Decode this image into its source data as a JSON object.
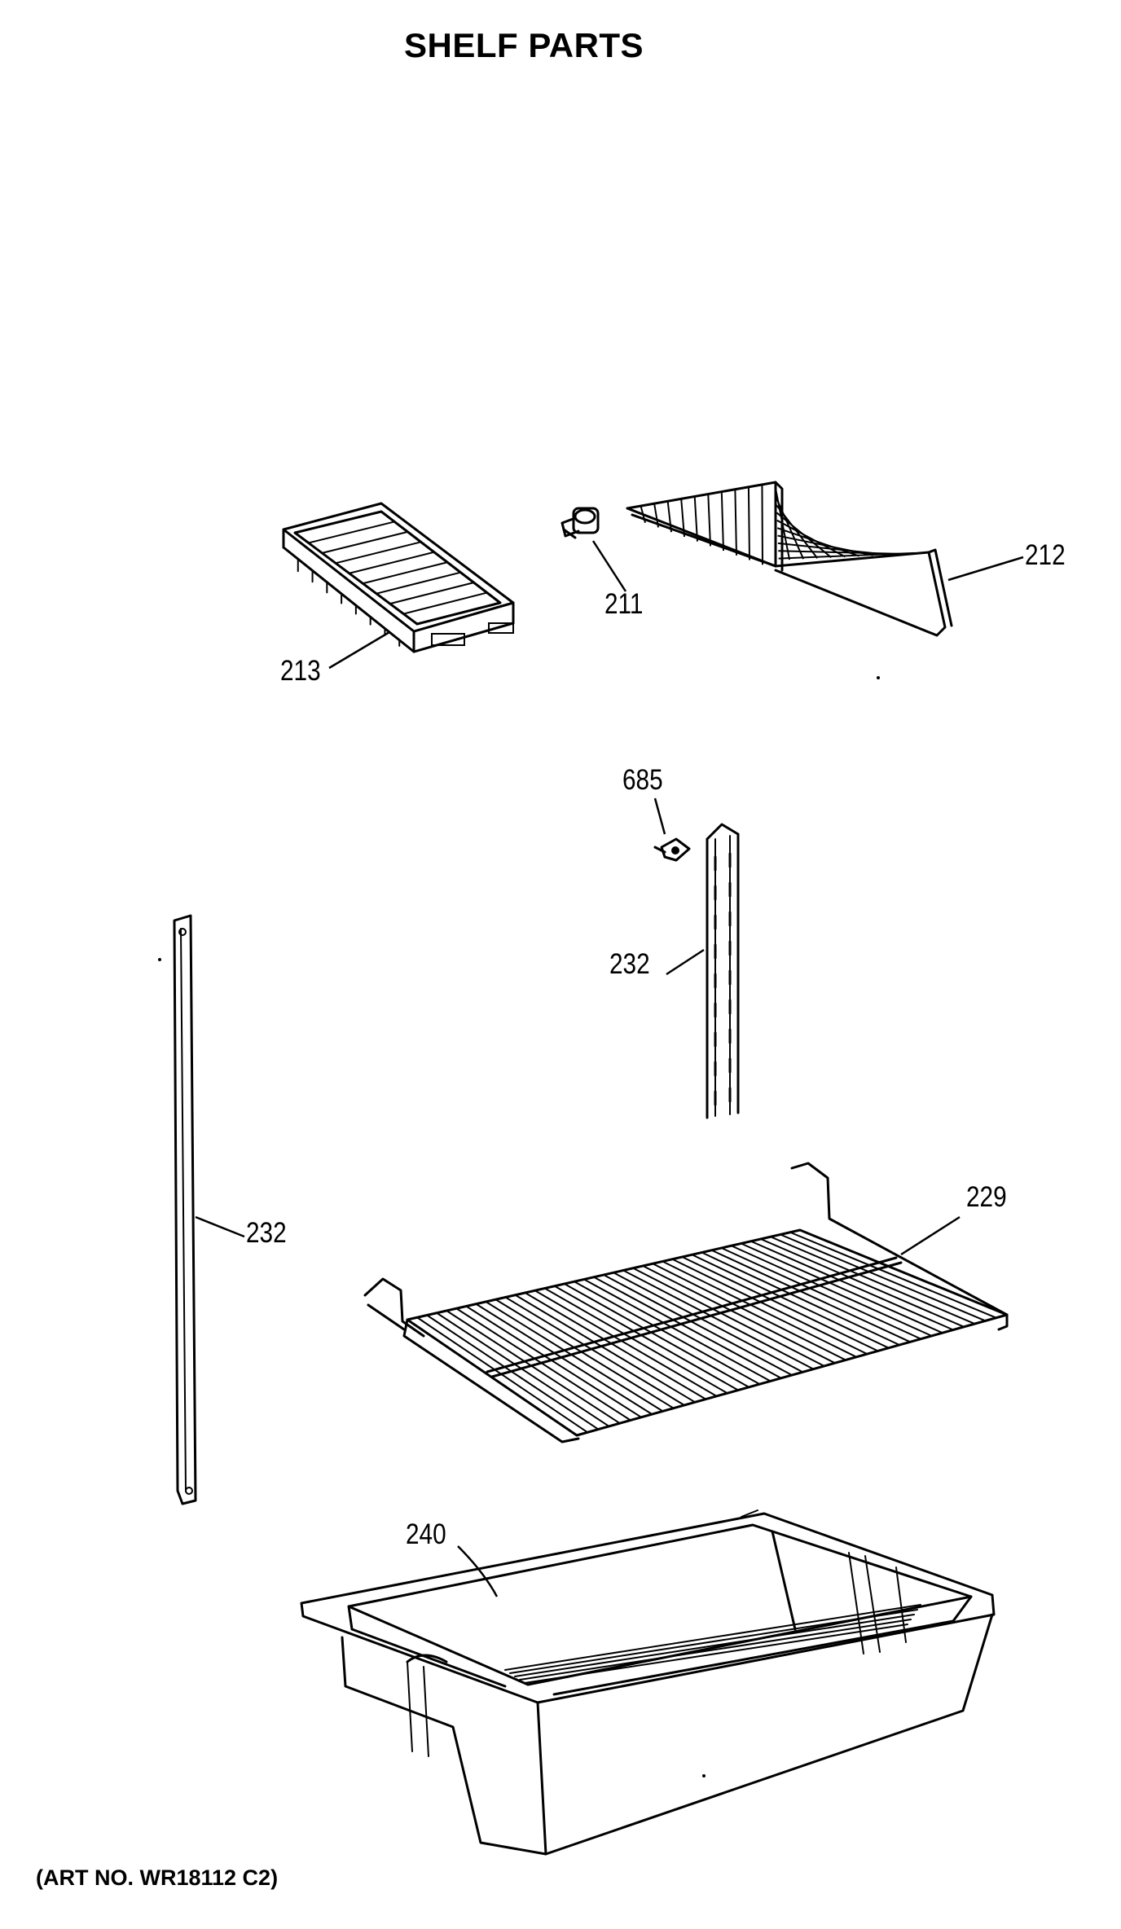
{
  "title": "SHELF PARTS",
  "art_number": "(ART NO. WR18112 C2)",
  "parts": [
    {
      "id": "p211",
      "label": "211",
      "name": "shelf support stud"
    },
    {
      "id": "p212",
      "label": "212",
      "name": "wire shelf"
    },
    {
      "id": "p213",
      "label": "213",
      "name": "ice cube tray"
    },
    {
      "id": "p685",
      "label": "685",
      "name": "screw"
    },
    {
      "id": "p232a",
      "label": "232",
      "name": "shelf ladder"
    },
    {
      "id": "p232b",
      "label": "232",
      "name": "shelf ladder"
    },
    {
      "id": "p229",
      "label": "229",
      "name": "wire shelf"
    },
    {
      "id": "p240",
      "label": "240",
      "name": "pan"
    }
  ],
  "colors": {
    "ink": "#000000",
    "paper": "#ffffff"
  }
}
